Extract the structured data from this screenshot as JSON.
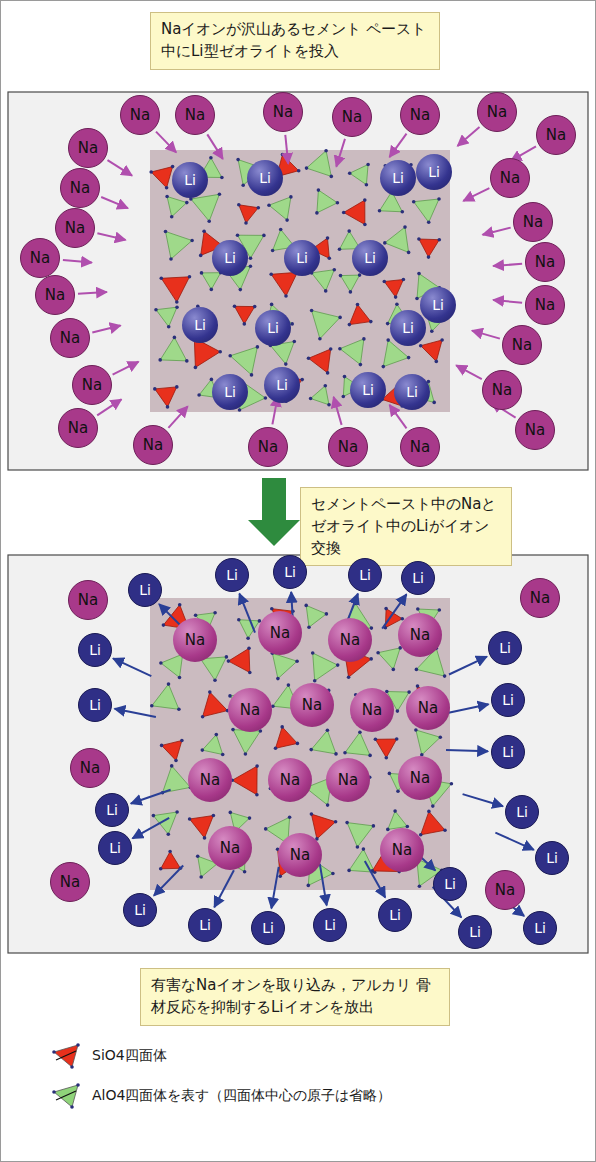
{
  "diagram": {
    "nodes": [
      {
        "text": [
          "Naイオンが沢山あるセメント ペースト中にLi型ゼオライトを投入"
        ]
      },
      {
        "text": [
          "Na"
        ]
      },
      {
        "text": [
          "Na"
        ]
      },
      {
        "text": [
          "Na"
        ]
      },
      {
        "text": [
          "Na"
        ]
      },
      {
        "text": [
          "Na"
        ]
      },
      {
        "text": [
          "Na"
        ]
      },
      {
        "text": [
          "Na"
        ]
      },
      {
        "text": [
          "Na"
        ]
      },
      {
        "text": [
          "Na"
        ]
      },
      {
        "text": [
          "Na"
        ]
      },
      {
        "text": [
          "Na"
        ]
      },
      {
        "text": [
          "Na"
        ]
      },
      {
        "text": [
          "Na"
        ]
      },
      {
        "text": [
          "Na"
        ]
      },
      {
        "text": [
          "Na"
        ]
      },
      {
        "text": [
          "Na"
        ]
      },
      {
        "text": [
          "Na"
        ]
      },
      {
        "text": [
          "Na"
        ]
      },
      {
        "text": [
          "Na"
        ]
      },
      {
        "text": [
          "Na"
        ]
      },
      {
        "text": [
          "Na"
        ]
      },
      {
        "text": [
          "Na"
        ]
      },
      {
        "text": [
          "Na"
        ]
      },
      {
        "text": [
          "Na"
        ]
      },
      {
        "text": [
          "Na"
        ]
      },
      {
        "text": [
          "Na"
        ]
      },
      {
        "text": [
          "Li"
        ]
      },
      {
        "text": [
          "Li"
        ]
      },
      {
        "text": [
          "Li"
        ]
      },
      {
        "text": [
          "Li"
        ]
      },
      {
        "text": [
          "Li"
        ]
      },
      {
        "text": [
          "Li"
        ]
      },
      {
        "text": [
          "Li"
        ]
      },
      {
        "text": [
          "Li"
        ]
      },
      {
        "text": [
          "Li"
        ]
      },
      {
        "text": [
          "Li"
        ]
      },
      {
        "text": [
          "Li"
        ]
      },
      {
        "text": [
          "Li"
        ]
      },
      {
        "text": [
          "Li"
        ]
      },
      {
        "text": [
          "Li"
        ]
      },
      {
        "text": [
          "Li"
        ]
      },
      {
        "text": [
          "セメントペースト中のNaと ゼオライト中のLiがイオン交換"
        ]
      },
      {
        "text": [
          "Na"
        ]
      },
      {
        "text": [
          "Na"
        ]
      },
      {
        "text": [
          "Na"
        ]
      },
      {
        "text": [
          "Na"
        ]
      },
      {
        "text": [
          "Na"
        ]
      },
      {
        "text": [
          "Na"
        ]
      },
      {
        "text": [
          "Na"
        ]
      },
      {
        "text": [
          "Na"
        ]
      },
      {
        "text": [
          "Na"
        ]
      },
      {
        "text": [
          "Na"
        ]
      },
      {
        "text": [
          "Na"
        ]
      },
      {
        "text": [
          "Na"
        ]
      },
      {
        "text": [
          "Na"
        ]
      },
      {
        "text": [
          "Na"
        ]
      },
      {
        "text": [
          "Na"
        ]
      },
      {
        "text": [
          "Na"
        ]
      },
      {
        "text": [
          "Na"
        ]
      },
      {
        "text": [
          "Na"
        ]
      },
      {
        "text": [
          "Na"
        ]
      },
      {
        "text": [
          "Na"
        ]
      },
      {
        "text": [
          "Li"
        ]
      },
      {
        "text": [
          "Li"
        ]
      },
      {
        "text": [
          "Li"
        ]
      },
      {
        "text": [
          "Li"
        ]
      },
      {
        "text": [
          "Li"
        ]
      },
      {
        "text": [
          "Li"
        ]
      },
      {
        "text": [
          "Li"
        ]
      },
      {
        "text": [
          "Li"
        ]
      },
      {
        "text": [
          "Li"
        ]
      },
      {
        "text": [
          "Li"
        ]
      },
      {
        "text": [
          "Li"
        ]
      },
      {
        "text": [
          "Li"
        ]
      },
      {
        "text": [
          "Li"
        ]
      },
      {
        "text": [
          "Li"
        ]
      },
      {
        "text": [
          "Li"
        ]
      },
      {
        "text": [
          "Li"
        ]
      },
      {
        "text": [
          "Li"
        ]
      },
      {
        "text": [
          "Li"
        ]
      },
      {
        "text": [
          "Li"
        ]
      },
      {
        "text": [
          "Li"
        ]
      },
      {
        "text": [
          "Li"
        ]
      },
      {
        "text": [
          "Li"
        ]
      },
      {
        "text": [
          "有害なNaイオンを取り込み，アルカリ 骨材反応を抑制するLiイオンを放出"
        ]
      }
    ],
    "legend": [
      {
        "text": "SiO4四面体",
        "color": "#e8301c"
      },
      {
        "text": "AlO4四面体を表す（四面体中心の原子は省略）",
        "color": "#8fd47a"
      }
    ]
  }
}
